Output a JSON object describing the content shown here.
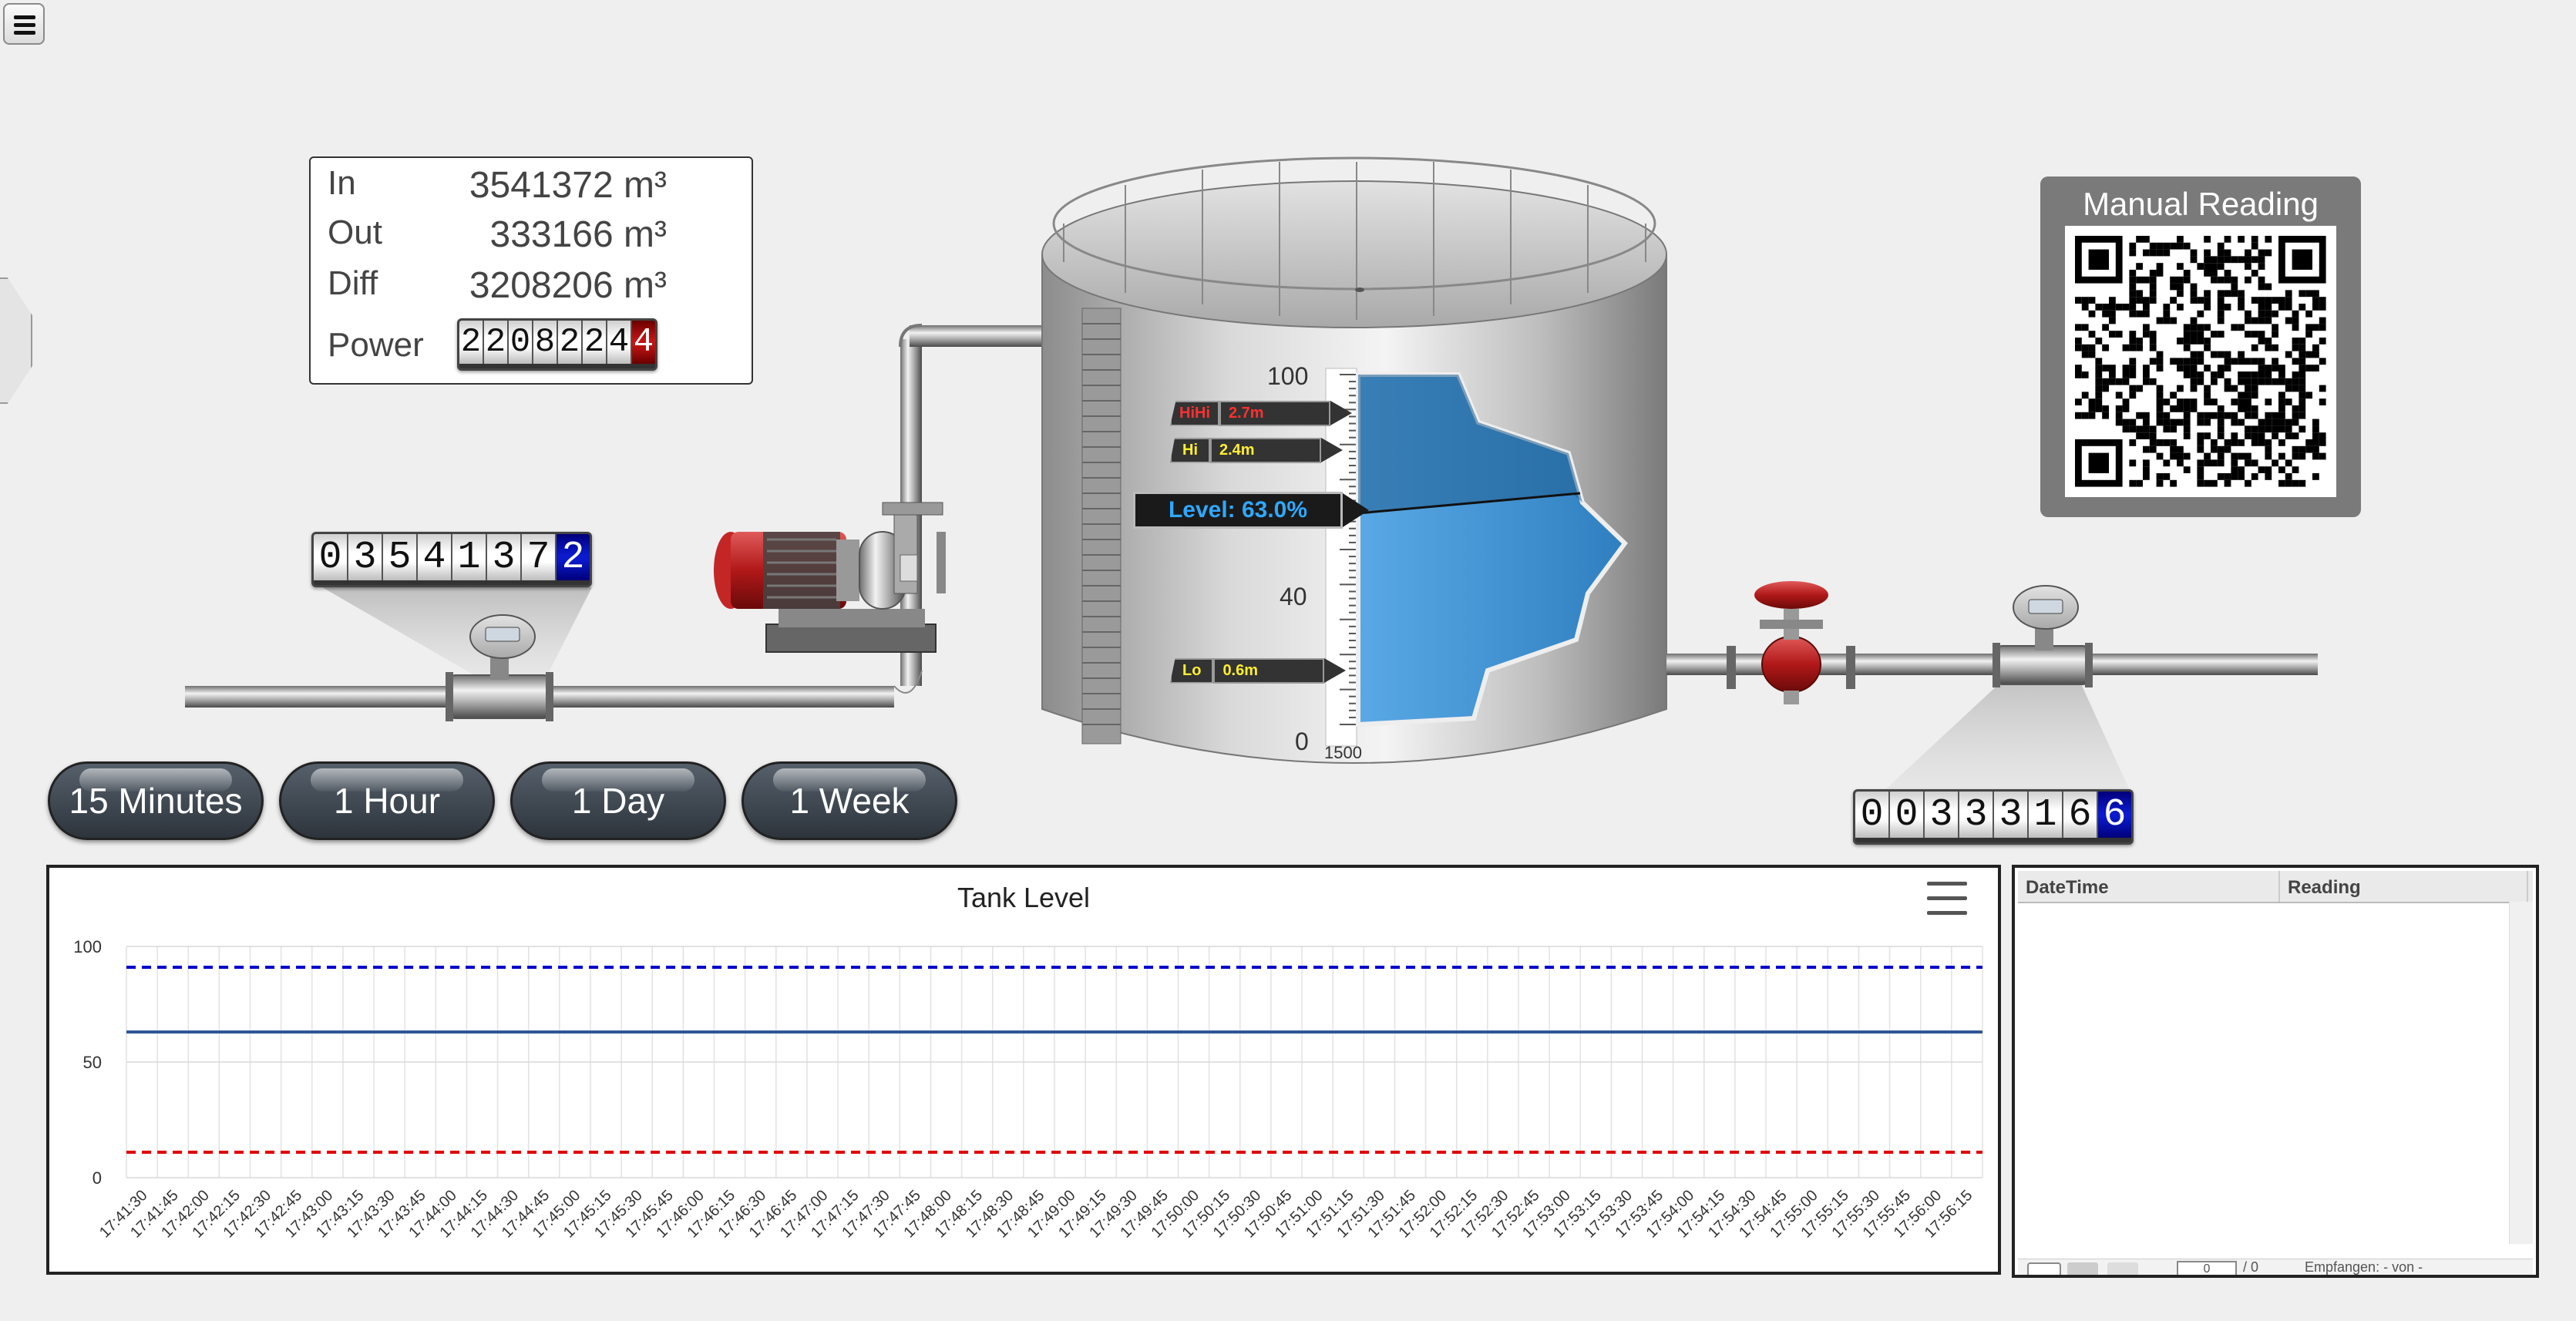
{
  "menu_icon": "hamburger-icon",
  "stats": {
    "in_label": "In",
    "in_value": "3541372 m³",
    "out_label": "Out",
    "out_value": "333166 m³",
    "diff_label": "Diff",
    "diff_value": "3208206 m³",
    "power_label": "Power",
    "power_digits": [
      "2",
      "2",
      "0",
      "8",
      "2",
      "2",
      "4",
      "4"
    ]
  },
  "inlet_counter": [
    "0",
    "3",
    "5",
    "4",
    "1",
    "3",
    "7",
    "2"
  ],
  "outlet_counter": [
    "0",
    "0",
    "3",
    "3",
    "3",
    "1",
    "6",
    "6"
  ],
  "tank": {
    "scale_labels": [
      "100",
      "40",
      "0"
    ],
    "scale_bottom": "1500",
    "hihi_label": "HiHi",
    "hihi_value": "2.7m",
    "hi_label": "Hi",
    "hi_value": "2.4m",
    "lo_label": "Lo",
    "lo_value": "0.6m",
    "level_text": "Level: 63.0%",
    "level_percent": 63.0
  },
  "manual_reading": {
    "title": "Manual Reading",
    "icon": "qr-code-icon"
  },
  "time_buttons": [
    "15 Minutes",
    "1 Hour",
    "1 Day",
    "1 Week"
  ],
  "chart": {
    "menu_icon": "chart-menu-icon",
    "colors": {
      "level": "#2f5597",
      "hi": "#0000cc",
      "lo": "#e00000"
    }
  },
  "chart_data": {
    "type": "line",
    "title": "Tank Level",
    "xlabel": "",
    "ylabel": "",
    "ylim": [
      0,
      100
    ],
    "yticks": [
      "0",
      "50",
      "100"
    ],
    "x": [
      "17:41:30",
      "17:41:45",
      "17:42:00",
      "17:42:15",
      "17:42:30",
      "17:42:45",
      "17:43:00",
      "17:43:15",
      "17:43:30",
      "17:43:45",
      "17:44:00",
      "17:44:15",
      "17:44:30",
      "17:44:45",
      "17:45:00",
      "17:45:15",
      "17:45:30",
      "17:45:45",
      "17:46:00",
      "17:46:15",
      "17:46:30",
      "17:46:45",
      "17:47:00",
      "17:47:15",
      "17:47:30",
      "17:47:45",
      "17:48:00",
      "17:48:15",
      "17:48:30",
      "17:48:45",
      "17:49:00",
      "17:49:15",
      "17:49:30",
      "17:49:45",
      "17:50:00",
      "17:50:15",
      "17:50:30",
      "17:50:45",
      "17:51:00",
      "17:51:15",
      "17:51:30",
      "17:51:45",
      "17:52:00",
      "17:52:15",
      "17:52:30",
      "17:52:45",
      "17:53:00",
      "17:53:15",
      "17:53:30",
      "17:53:45",
      "17:54:00",
      "17:54:15",
      "17:54:30",
      "17:54:45",
      "17:55:00",
      "17:55:15",
      "17:55:30",
      "17:55:45",
      "17:56:00",
      "17:56:15"
    ],
    "series": [
      {
        "values_constant": 63,
        "style": "solid"
      },
      {
        "values_constant": 91,
        "style": "dashed"
      },
      {
        "values_constant": 11,
        "style": "dashed"
      }
    ],
    "grid": true
  },
  "table": {
    "columns": [
      "DateTime",
      "Reading"
    ],
    "rows": [],
    "footer": {
      "page_value": "0",
      "page_total": "/ 0",
      "receive_label": "Empfangen: - von -"
    }
  }
}
